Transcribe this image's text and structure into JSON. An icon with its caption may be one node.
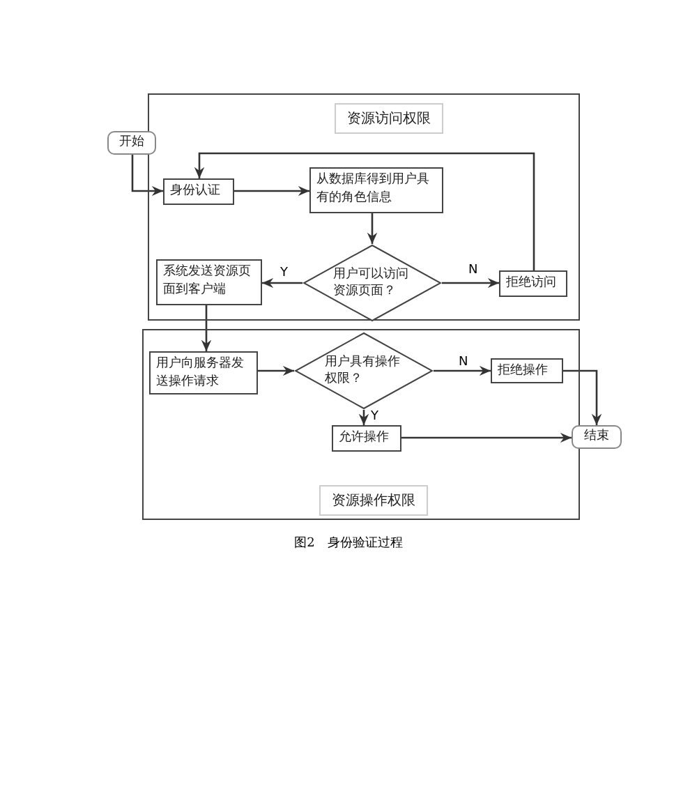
{
  "diagram": {
    "caption": "图2　身份验证过程",
    "nodes": [
      {
        "text": [
          "资源访问权限"
        ]
      },
      {
        "text": [
          "开始"
        ]
      },
      {
        "text": [
          "身份认证"
        ],
        "in": 0
      },
      {
        "text": [
          "从数据库得到用户具有的角色信息"
        ],
        "in": 0
      },
      {
        "text": [
          "用户可以访问资源页面？"
        ],
        "in": 0
      },
      {
        "text": [
          "系统发送资源页面到客户端"
        ],
        "in": 0
      },
      {
        "text": [
          "拒绝访问"
        ],
        "in": 0
      },
      {
        "text": [
          "资源操作权限"
        ]
      },
      {
        "text": [
          "用户向服务器发送操作请求"
        ],
        "in": 7
      },
      {
        "text": [
          "用户具有操作权限？"
        ],
        "in": 7
      },
      {
        "text": [
          "拒绝操作"
        ],
        "in": 7
      },
      {
        "text": [
          "允许操作"
        ],
        "in": 7
      },
      {
        "text": [
          "结束"
        ]
      }
    ],
    "edges": [
      {
        "from": 1,
        "to": 2,
        "arrow": "to"
      },
      {
        "from": 2,
        "to": 3,
        "arrow": "to"
      },
      {
        "from": 3,
        "to": 4,
        "arrow": "to"
      },
      {
        "from": 4,
        "to": 5,
        "arrow": "to",
        "label": "Y"
      },
      {
        "from": 4,
        "to": 6,
        "arrow": "to",
        "label": "N"
      },
      {
        "from": 6,
        "to": 2,
        "arrow": "to"
      },
      {
        "from": 5,
        "to": 8,
        "arrow": "to"
      },
      {
        "from": 8,
        "to": 9,
        "arrow": "to"
      },
      {
        "from": 9,
        "to": 10,
        "arrow": "to",
        "label": "N"
      },
      {
        "from": 9,
        "to": 11,
        "arrow": "to",
        "label": "Y"
      },
      {
        "from": 10,
        "to": 12,
        "arrow": "to"
      },
      {
        "from": 11,
        "to": 12,
        "arrow": "to"
      }
    ]
  }
}
